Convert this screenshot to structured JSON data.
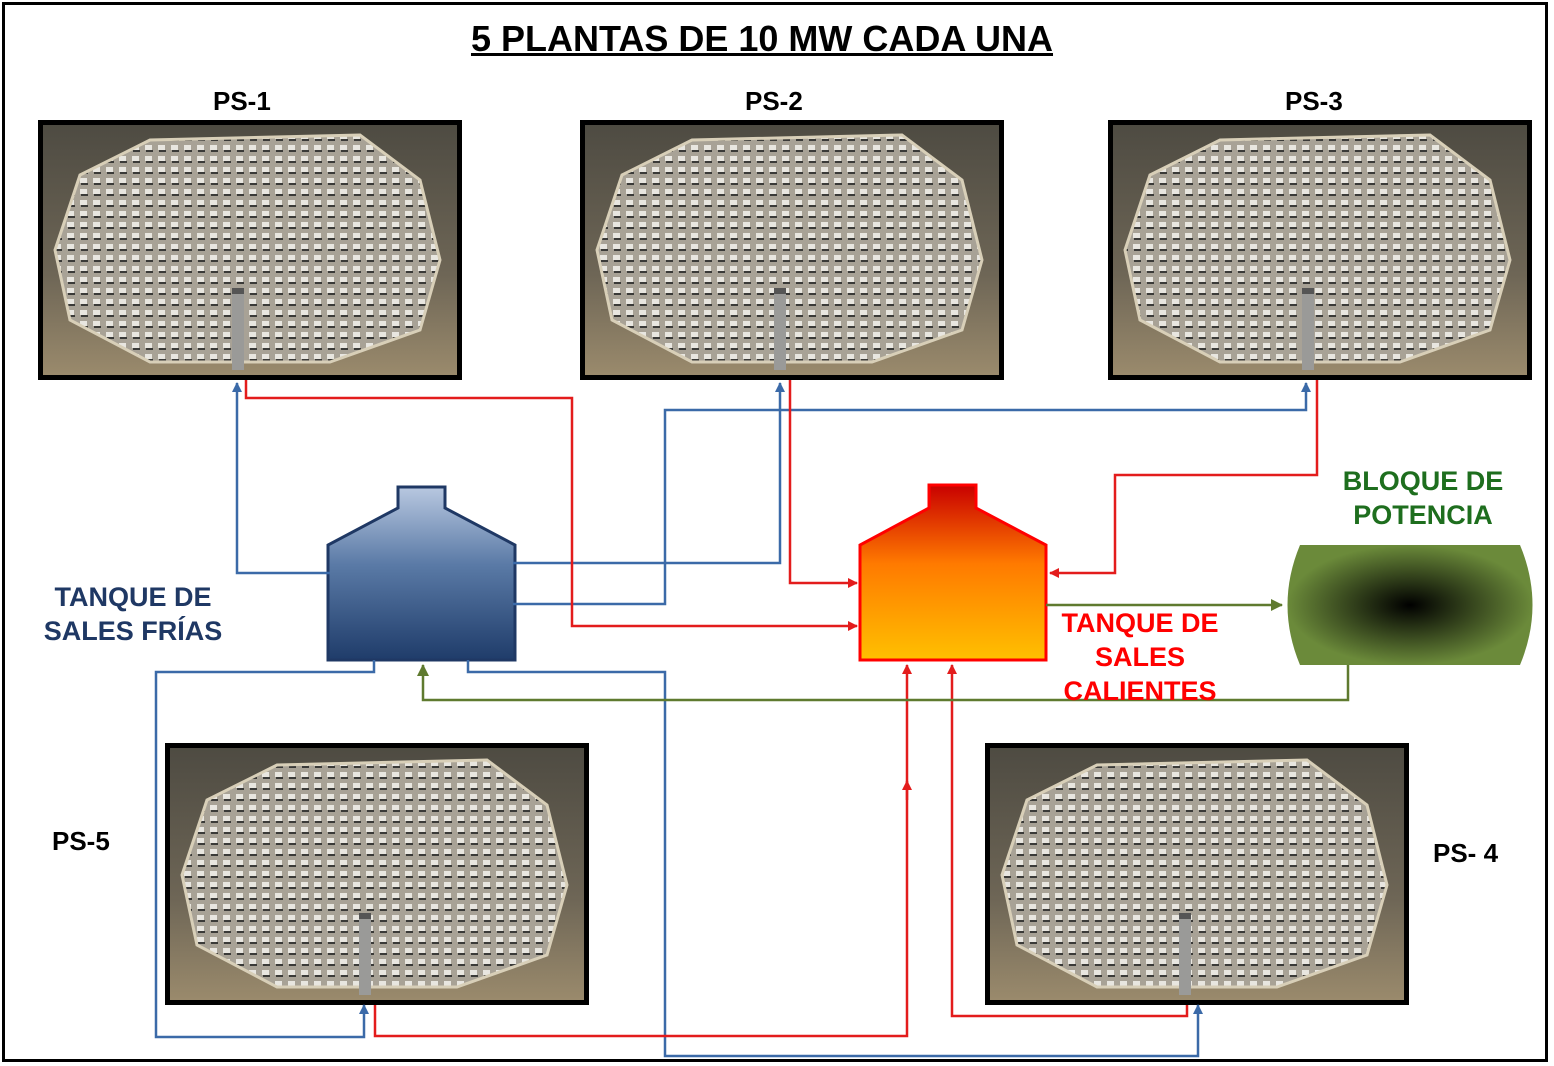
{
  "title": "5 PLANTAS DE 10 MW CADA UNA",
  "plants": [
    {
      "id": "ps-1",
      "label": "PS-1"
    },
    {
      "id": "ps-2",
      "label": "PS-2"
    },
    {
      "id": "ps-3",
      "label": "PS-3"
    },
    {
      "id": "ps-4",
      "label": "PS- 4"
    },
    {
      "id": "ps-5",
      "label": "PS-5"
    }
  ],
  "cold_tank": {
    "label_line1": "TANQUE DE",
    "label_line2": "SALES FRÍAS",
    "color": "#1f3864"
  },
  "hot_tank": {
    "label_line1": "TANQUE DE",
    "label_line2": "SALES",
    "label_line3": "CALIENTES",
    "color": "#ff0000"
  },
  "power_block": {
    "label_line1": "BLOQUE DE",
    "label_line2": "POTENCIA",
    "color": "#1e6e1e"
  },
  "colors": {
    "hot_line": "#e31c1c",
    "cold_line": "#3b6aa8",
    "power_line": "#5f7a2f"
  }
}
